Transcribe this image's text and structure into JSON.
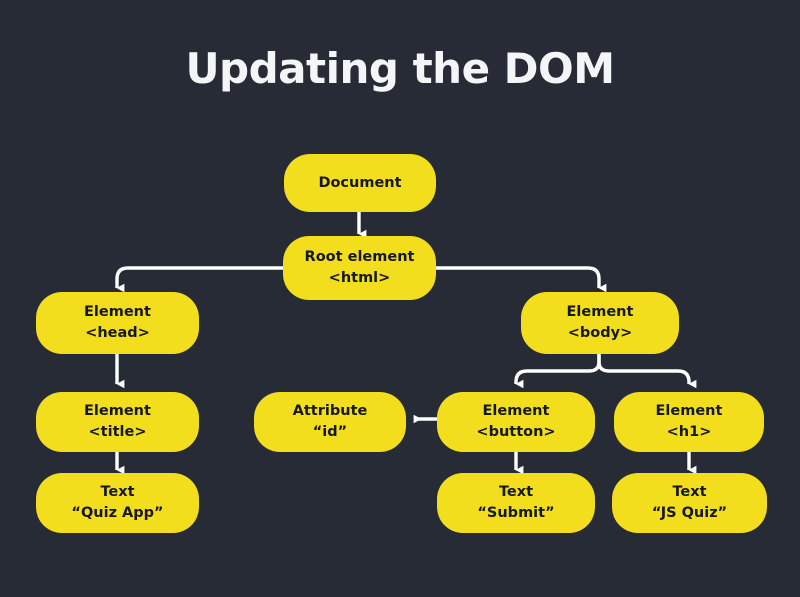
{
  "slide": {
    "title": "Updating the DOM",
    "background_color": "#262b36",
    "node_color": "#f3de1e",
    "node_text_color": "#16181d",
    "connector_color": "#ffffff",
    "title_color": "#f4f5f7"
  },
  "nodes": {
    "document": {
      "line1": "Document",
      "line2": ""
    },
    "root": {
      "line1": "Root element",
      "line2": "<html>"
    },
    "head": {
      "line1": "Element",
      "line2": "<head>"
    },
    "body": {
      "line1": "Element",
      "line2": "<body>"
    },
    "title": {
      "line1": "Element",
      "line2": "<title>"
    },
    "attribute": {
      "line1": "Attribute",
      "line2": "“id”"
    },
    "button": {
      "line1": "Element",
      "line2": "<button>"
    },
    "h1": {
      "line1": "Element",
      "line2": "<h1>"
    },
    "text_quiz_app": {
      "line1": "Text",
      "line2": "“Quiz App”"
    },
    "text_submit": {
      "line1": "Text",
      "line2": "“Submit”"
    },
    "text_js_quiz": {
      "line1": "Text",
      "line2": "“JS Quiz”"
    }
  },
  "edges": [
    {
      "name": "document-to-root",
      "from": "document",
      "to": "root",
      "kind": "vertical"
    },
    {
      "name": "root-to-head",
      "from": "root",
      "to": "head",
      "kind": "elbow-left"
    },
    {
      "name": "root-to-body",
      "from": "root",
      "to": "body",
      "kind": "elbow-right"
    },
    {
      "name": "head-to-title",
      "from": "head",
      "to": "title",
      "kind": "vertical"
    },
    {
      "name": "title-to-text-quiz-app",
      "from": "title",
      "to": "text_quiz_app",
      "kind": "vertical"
    },
    {
      "name": "body-to-button",
      "from": "body",
      "to": "button",
      "kind": "split-left"
    },
    {
      "name": "body-to-h1",
      "from": "body",
      "to": "h1",
      "kind": "split-right"
    },
    {
      "name": "button-to-attribute",
      "from": "button",
      "to": "attribute",
      "kind": "horizontal-left"
    },
    {
      "name": "button-to-text-submit",
      "from": "button",
      "to": "text_submit",
      "kind": "vertical"
    },
    {
      "name": "h1-to-text-js-quiz",
      "from": "h1",
      "to": "text_js_quiz",
      "kind": "vertical"
    }
  ]
}
